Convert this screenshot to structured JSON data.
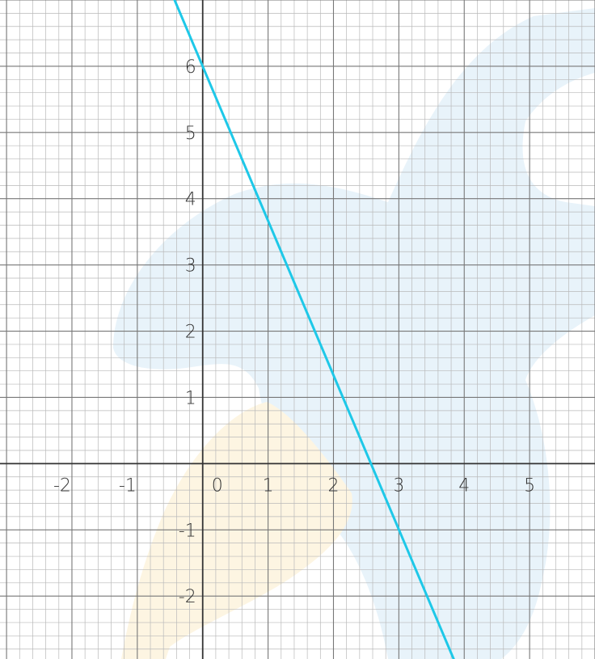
{
  "chart_data": {
    "type": "line",
    "title": "",
    "xlabel": "",
    "ylabel": "",
    "xlim": [
      -3.1,
      6.0
    ],
    "ylim": [
      -2.95,
      7.0
    ],
    "grid": true,
    "minor_grid_step": 0.2,
    "x_ticks": [
      {
        "value": -2,
        "label": "-2"
      },
      {
        "value": -1,
        "label": "-1"
      },
      {
        "value": 0,
        "label": "0"
      },
      {
        "value": 1,
        "label": "1"
      },
      {
        "value": 2,
        "label": "2"
      },
      {
        "value": 3,
        "label": "3"
      },
      {
        "value": 4,
        "label": "4"
      },
      {
        "value": 5,
        "label": "5"
      }
    ],
    "y_ticks": [
      {
        "value": -2,
        "label": "-2"
      },
      {
        "value": -1,
        "label": "-1"
      },
      {
        "value": 1,
        "label": "1"
      },
      {
        "value": 2,
        "label": "2"
      },
      {
        "value": 3,
        "label": "3"
      },
      {
        "value": 4,
        "label": "4"
      },
      {
        "value": 5,
        "label": "5"
      },
      {
        "value": 6,
        "label": "6"
      }
    ],
    "series": [
      {
        "color": "#1ec8e8",
        "equation": "y = -7/3 x + 6",
        "x": [
          -0.43,
          3.86
        ],
        "y": [
          7.0,
          -3.0
        ]
      }
    ],
    "colors": {
      "grid_minor": "#b9b9b9",
      "grid_major": "#777777",
      "axis": "#333333",
      "background_blue": "#e8f3fa",
      "background_orange": "#fdf5e2"
    }
  }
}
